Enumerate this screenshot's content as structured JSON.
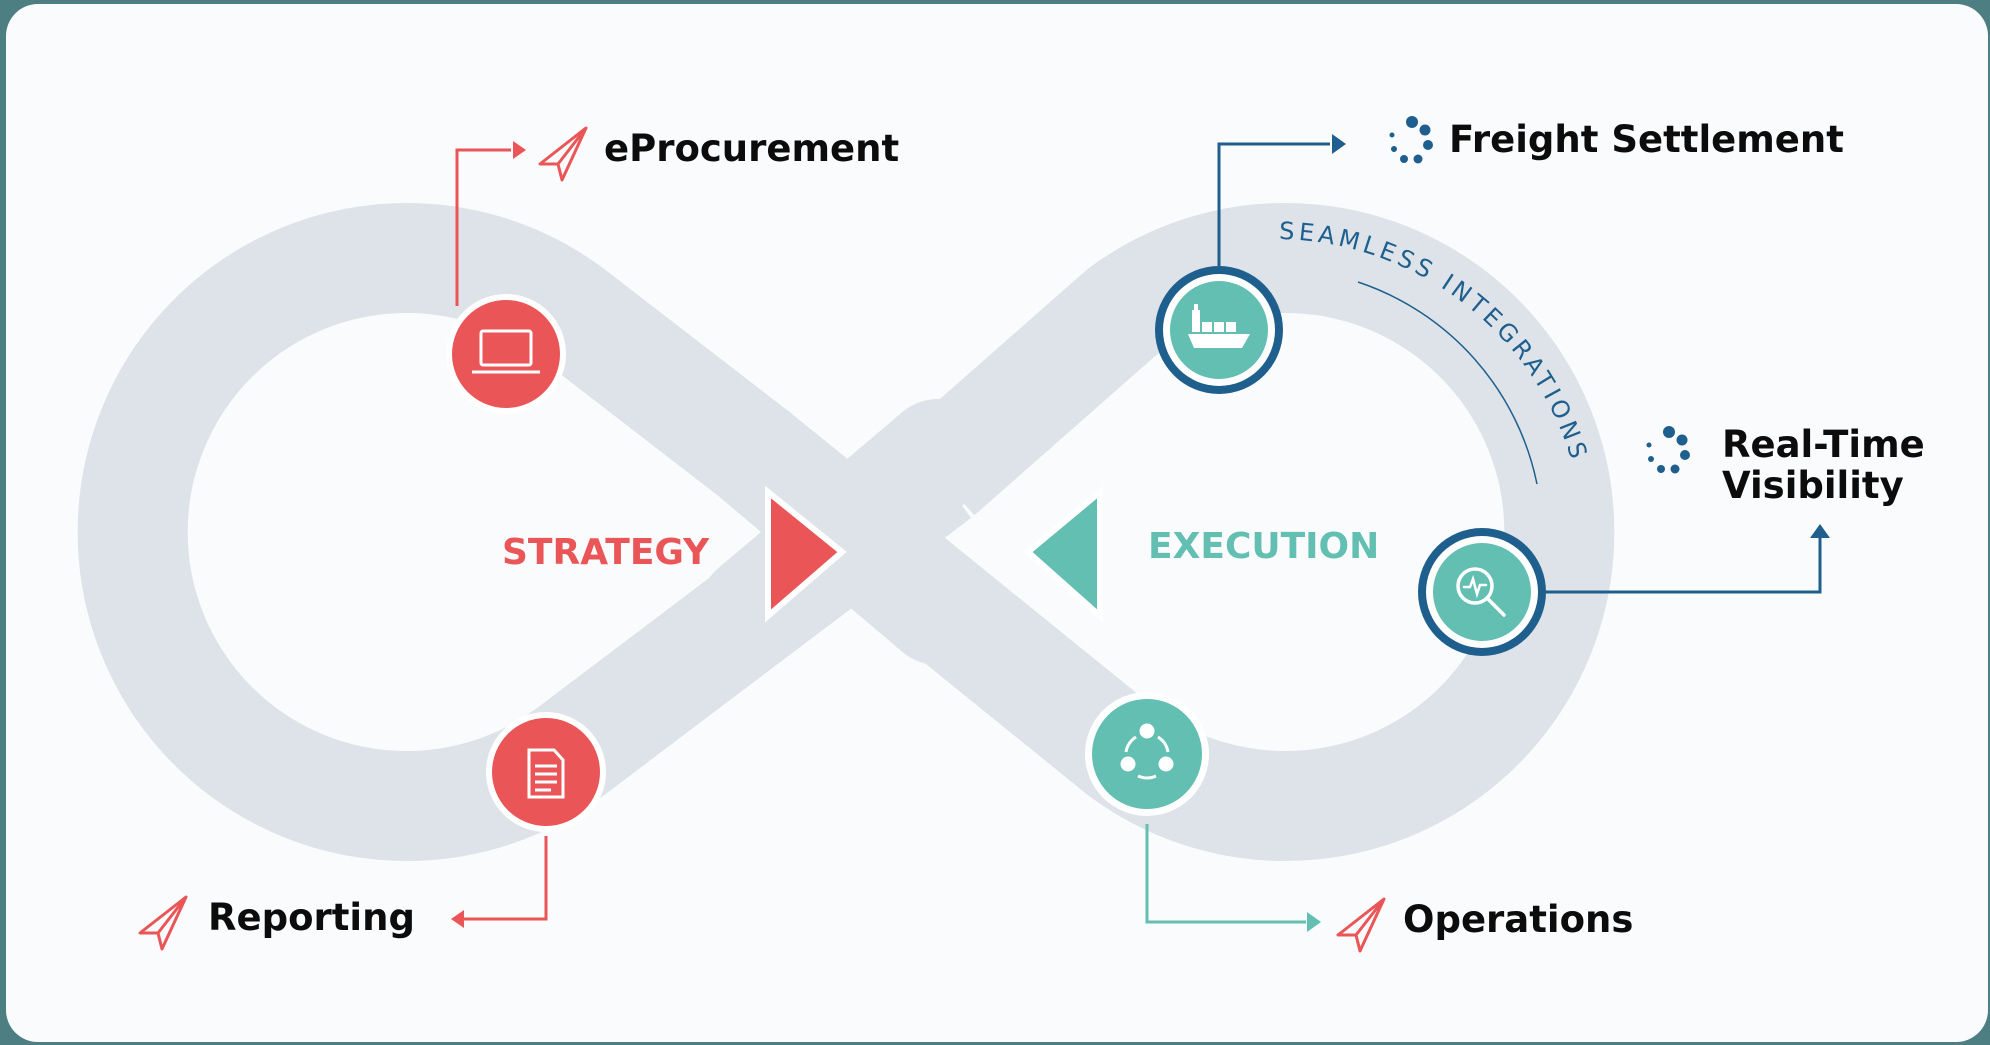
{
  "colors": {
    "red": "#ea5558",
    "teal": "#62bfb2",
    "navy": "#1f5f8e",
    "track": "#dde3e8",
    "text": "#0c0c0c"
  },
  "strategy": {
    "title": "STRATEGY",
    "items": [
      {
        "label": "eProcurement",
        "node_icon": "laptop-icon",
        "marker_icon": "paper-plane-icon"
      },
      {
        "label": "Reporting",
        "node_icon": "document-icon",
        "marker_icon": "paper-plane-icon"
      }
    ]
  },
  "execution": {
    "title": "EXECUTION",
    "items": [
      {
        "label": "Freight Settlement",
        "node_icon": "cargo-ship-icon",
        "marker_icon": "spinner-dots-icon"
      },
      {
        "label": "Real-Time Visibility",
        "line1": "Real-Time",
        "line2": "Visibility",
        "node_icon": "magnifier-pulse-icon",
        "marker_icon": "spinner-dots-icon"
      },
      {
        "label": "Operations",
        "node_icon": "cycle-arrows-icon",
        "marker_icon": "paper-plane-icon"
      }
    ]
  },
  "arc_label": "SEAMLESS INTEGRATIONS"
}
